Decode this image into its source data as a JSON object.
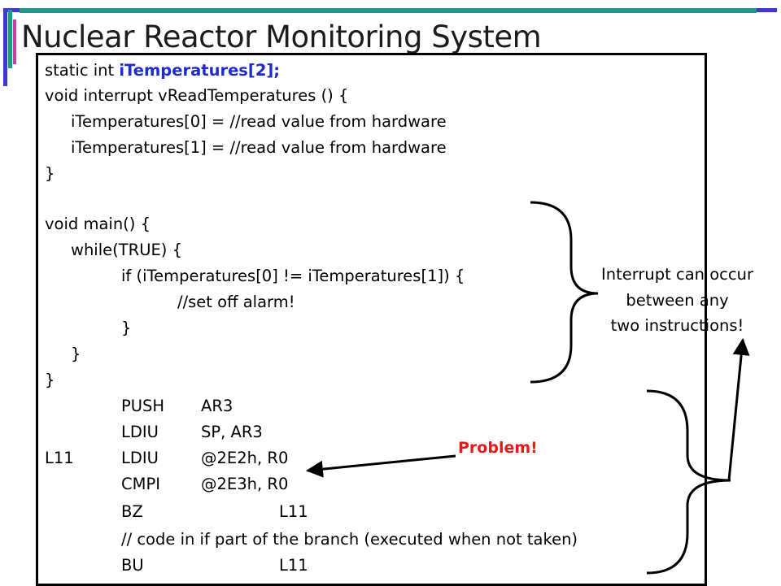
{
  "slide": {
    "title": "Nuclear Reactor Monitoring System"
  },
  "code": {
    "decl_prefix": "static int ",
    "decl_var": "iTemperatures[2];",
    "lines": [
      "void interrupt vReadTemperatures () {",
      "iTemperatures[0] = //read value from hardware",
      "iTemperatures[1] = //read value from hardware",
      "}",
      "void main() {",
      "while(TRUE) {",
      "if (iTemperatures[0] != iTemperatures[1]) {",
      "//set off alarm!",
      "}",
      "}",
      "}"
    ]
  },
  "assembly": [
    {
      "label": "",
      "op": "PUSH",
      "args": "AR3"
    },
    {
      "label": "",
      "op": "LDIU",
      "args": "SP, AR3"
    },
    {
      "label": "L11",
      "op": "LDIU",
      "args": "@2E2h, R0"
    },
    {
      "label": "",
      "op": "CMPI",
      "args": "@2E3h, R0"
    },
    {
      "label": "",
      "op": "BZ",
      "args": "L11"
    },
    {
      "label": "",
      "op": "// code in if part of the branch (executed when not taken)",
      "args": ""
    },
    {
      "label": "",
      "op": "BU",
      "args": "L11"
    }
  ],
  "annotations": {
    "note_lines": [
      "Interrupt can occur",
      "between any",
      "two instructions!"
    ],
    "problem": "Problem!"
  },
  "colors": {
    "keyword": "#1d2bc9",
    "problem": "#e8191b",
    "frame_blue": "#3c3cc8",
    "frame_teal": "#219a8d",
    "frame_pink": "#c63fa5"
  }
}
